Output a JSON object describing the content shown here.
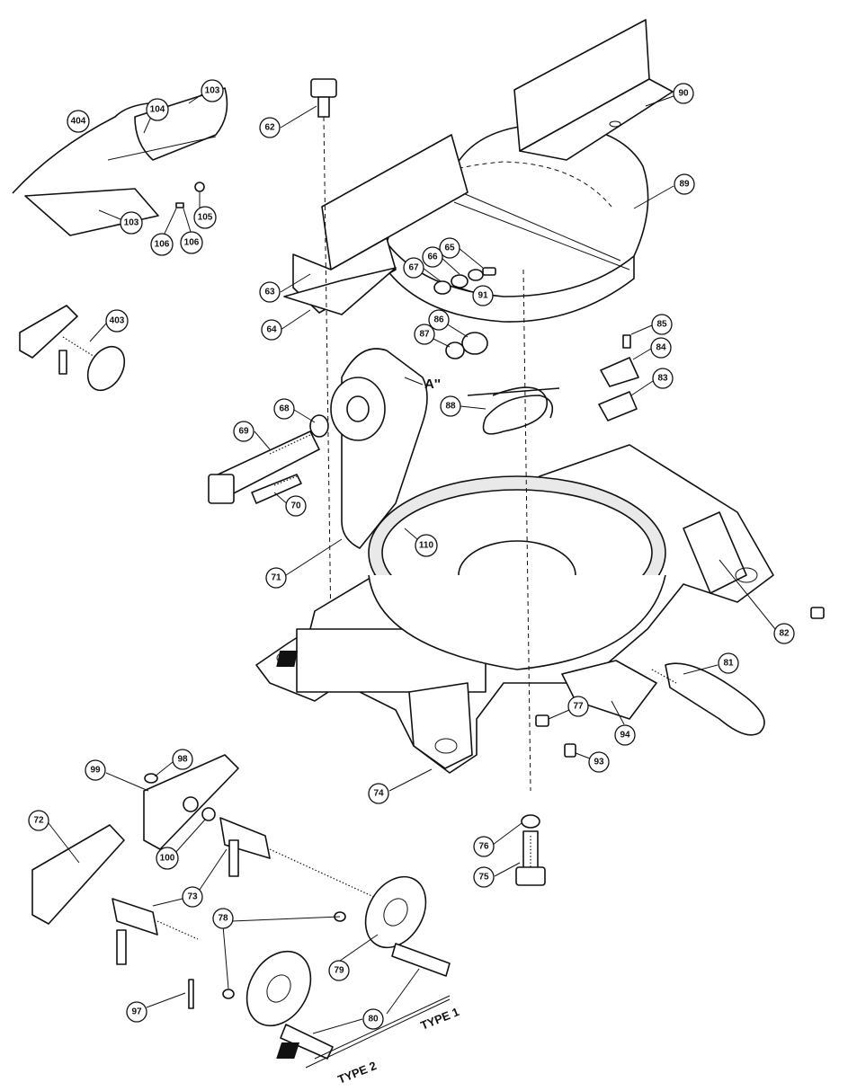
{
  "part_numbers": [
    "62",
    "63",
    "64",
    "65",
    "66",
    "67",
    "68",
    "69",
    "70",
    "71",
    "72",
    "73",
    "74",
    "75",
    "76",
    "77",
    "78",
    "79",
    "80",
    "81",
    "82",
    "83",
    "84",
    "85",
    "86",
    "87",
    "88",
    "89",
    "90",
    "91",
    "93",
    "94",
    "97",
    "98",
    "99",
    "100",
    "103",
    "104",
    "105",
    "106",
    "110",
    "403",
    "404"
  ],
  "labels": {
    "type_1": "TYPE 1",
    "type_2": "TYPE 2",
    "detail_a": "A''",
    "detail_b": "B"
  }
}
